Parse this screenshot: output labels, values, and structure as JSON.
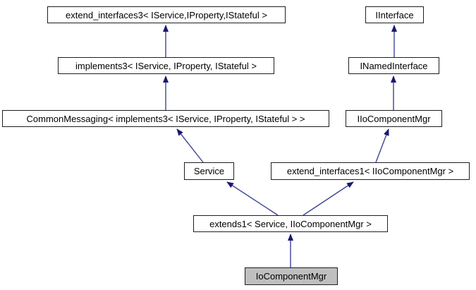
{
  "diagram": {
    "kind": "class-inheritance-graph",
    "colors": {
      "background": "#ffffff",
      "node_fill": "#ffffff",
      "node_border": "#1f1f1f",
      "highlight_fill": "#bfbfbf",
      "edge_line": "#3c4496",
      "edge_arrowhead": "#191970",
      "text": "#000000"
    },
    "nodes": [
      {
        "id": "extend_interfaces3",
        "label": "extend_interfaces3< IService,IProperty,IStateful >",
        "highlighted": false
      },
      {
        "id": "IInterface",
        "label": "IInterface",
        "highlighted": false
      },
      {
        "id": "implements3",
        "label": "implements3< IService, IProperty, IStateful >",
        "highlighted": false
      },
      {
        "id": "INamedInterface",
        "label": "INamedInterface",
        "highlighted": false
      },
      {
        "id": "CommonMessaging",
        "label": "CommonMessaging< implements3< IService, IProperty, IStateful > >",
        "highlighted": false
      },
      {
        "id": "IIoComponentMgr",
        "label": "IIoComponentMgr",
        "highlighted": false
      },
      {
        "id": "Service",
        "label": "Service",
        "highlighted": false
      },
      {
        "id": "extend_interfaces1",
        "label": "extend_interfaces1< IIoComponentMgr >",
        "highlighted": false
      },
      {
        "id": "extends1",
        "label": "extends1< Service, IIoComponentMgr >",
        "highlighted": false
      },
      {
        "id": "IoComponentMgr",
        "label": "IoComponentMgr",
        "highlighted": true
      }
    ],
    "edges": [
      {
        "from": "implements3",
        "to": "extend_interfaces3"
      },
      {
        "from": "CommonMessaging",
        "to": "implements3"
      },
      {
        "from": "Service",
        "to": "CommonMessaging"
      },
      {
        "from": "INamedInterface",
        "to": "IInterface"
      },
      {
        "from": "IIoComponentMgr",
        "to": "INamedInterface"
      },
      {
        "from": "extend_interfaces1",
        "to": "IIoComponentMgr"
      },
      {
        "from": "extends1",
        "to": "Service"
      },
      {
        "from": "extends1",
        "to": "extend_interfaces1"
      },
      {
        "from": "IoComponentMgr",
        "to": "extends1"
      }
    ]
  }
}
